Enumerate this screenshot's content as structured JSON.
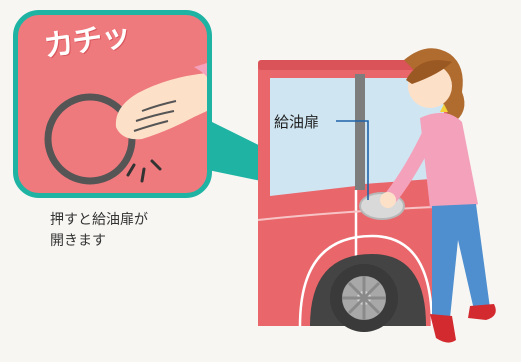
{
  "callout": {
    "sound_effect": "カチッ"
  },
  "caption": {
    "line1": "押すと給油扉が",
    "line2": "開きます"
  },
  "labels": {
    "fuel_door": "給油扉"
  },
  "colors": {
    "callout_bg": "#ee7a7e",
    "callout_border": "#1fb3a3",
    "car_body": "#e9666b",
    "car_window": "#cfe6f2",
    "sweater": "#f4a1bb",
    "jeans": "#4f8fcf",
    "shoes": "#d32a2f",
    "hair": "#b06b2e",
    "leader_line": "#1e63a8"
  }
}
